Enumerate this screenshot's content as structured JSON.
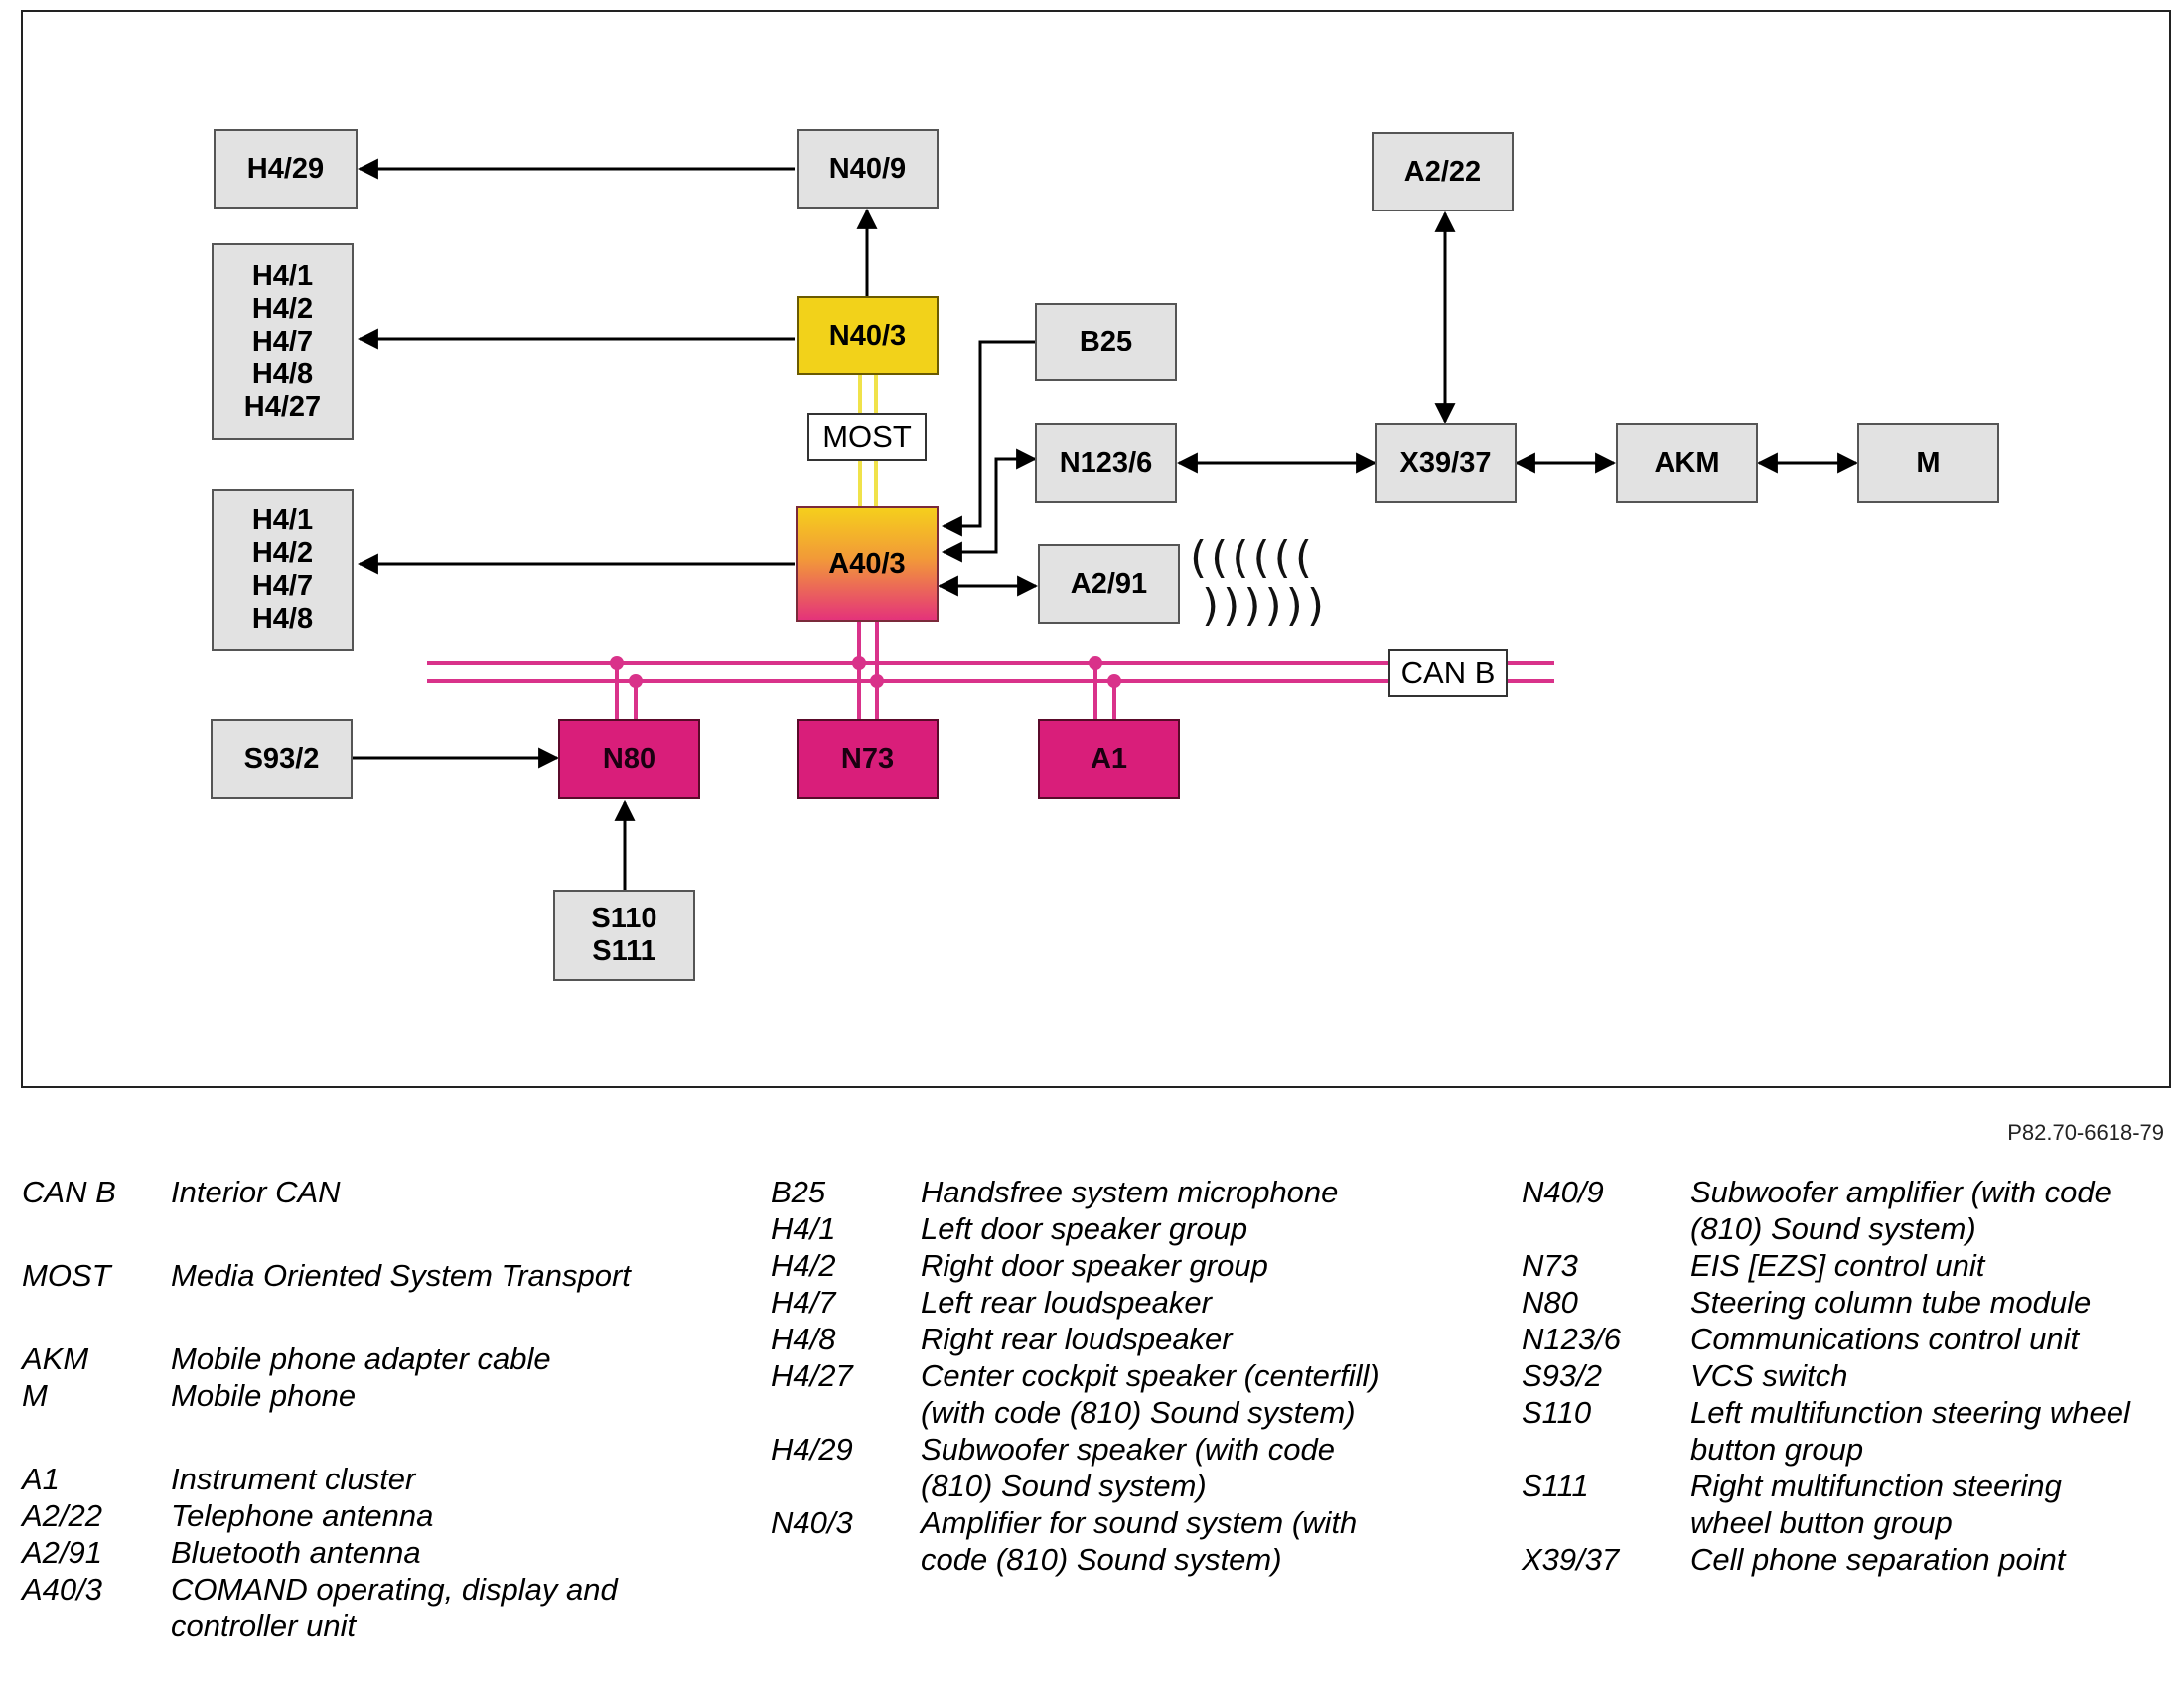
{
  "colors": {
    "box_fill": "#e2e2e2",
    "n40_3_fill": "#f2d21a",
    "a40_3_gradient": [
      "#f5cf1c",
      "#f29a38",
      "#e4337a"
    ],
    "can_module_fill": "#d91e7a",
    "can_bus_line": "#d9328a",
    "most_bus_line": "#f0e24a"
  },
  "diagram": {
    "boxes": {
      "h4_29": [
        "H4/29"
      ],
      "n40_9": [
        "N40/9"
      ],
      "h4_group_a": [
        "H4/1",
        "H4/2",
        "H4/7",
        "H4/8",
        "H4/27"
      ],
      "n40_3": [
        "N40/3"
      ],
      "b25": [
        "B25"
      ],
      "a2_22": [
        "A2/22"
      ],
      "n123_6": [
        "N123/6"
      ],
      "x39_37": [
        "X39/37"
      ],
      "akm": [
        "AKM"
      ],
      "m": [
        "M"
      ],
      "h4_group_b": [
        "H4/1",
        "H4/2",
        "H4/7",
        "H4/8"
      ],
      "a40_3": [
        "A40/3"
      ],
      "a2_91": [
        "A2/91"
      ],
      "s93_2": [
        "S93/2"
      ],
      "n80": [
        "N80"
      ],
      "n73": [
        "N73"
      ],
      "a1": [
        "A1"
      ],
      "s110_s111": [
        "S110",
        "S111"
      ]
    },
    "tags": {
      "most": "MOST",
      "can_b": "CAN B"
    },
    "radio_waves": {
      "top": "((((((",
      "bottom": "))))))"
    },
    "document_number": "P82.70-6618-79"
  },
  "legend": {
    "col1": [
      {
        "code": "CAN B",
        "desc": [
          "Interior CAN"
        ],
        "gap": false
      },
      {
        "code": "MOST",
        "desc": [
          "Media Oriented System Transport"
        ],
        "gap": true
      },
      {
        "code": "AKM",
        "desc": [
          "Mobile phone adapter cable"
        ],
        "gap": true
      },
      {
        "code": "M",
        "desc": [
          "Mobile phone"
        ],
        "gap": false
      },
      {
        "code": "A1",
        "desc": [
          "Instrument cluster"
        ],
        "gap": true
      },
      {
        "code": "A2/22",
        "desc": [
          "Telephone antenna"
        ],
        "gap": false
      },
      {
        "code": "A2/91",
        "desc": [
          "Bluetooth antenna"
        ],
        "gap": false
      },
      {
        "code": "A40/3",
        "desc": [
          "COMAND operating, display and",
          "controller unit"
        ],
        "gap": false
      }
    ],
    "col2": [
      {
        "code": "B25",
        "desc": [
          "Handsfree system microphone"
        ],
        "gap": false
      },
      {
        "code": "H4/1",
        "desc": [
          "Left door speaker group"
        ],
        "gap": false
      },
      {
        "code": "H4/2",
        "desc": [
          "Right door speaker group"
        ],
        "gap": false
      },
      {
        "code": "H4/7",
        "desc": [
          "Left rear loudspeaker"
        ],
        "gap": false
      },
      {
        "code": "H4/8",
        "desc": [
          "Right rear loudspeaker"
        ],
        "gap": false
      },
      {
        "code": "H4/27",
        "desc": [
          "Center cockpit speaker (centerfill)",
          "(with code (810) Sound system)"
        ],
        "gap": false
      },
      {
        "code": "H4/29",
        "desc": [
          "Subwoofer speaker (with code",
          "(810) Sound system)"
        ],
        "gap": false
      },
      {
        "code": "N40/3",
        "desc": [
          "Amplifier for sound system (with",
          "code (810) Sound system)"
        ],
        "gap": false
      }
    ],
    "col3": [
      {
        "code": "N40/9",
        "desc": [
          "Subwoofer amplifier (with code",
          "(810) Sound system)"
        ],
        "gap": false
      },
      {
        "code": "N73",
        "desc": [
          "EIS [EZS] control unit"
        ],
        "gap": false
      },
      {
        "code": "N80",
        "desc": [
          "Steering column tube module"
        ],
        "gap": false
      },
      {
        "code": "N123/6",
        "desc": [
          "Communications control unit"
        ],
        "gap": false
      },
      {
        "code": "S93/2",
        "desc": [
          "VCS switch"
        ],
        "gap": false
      },
      {
        "code": "S110",
        "desc": [
          "Left multifunction steering wheel",
          "button group"
        ],
        "gap": false
      },
      {
        "code": "S111",
        "desc": [
          "Right multifunction steering",
          "wheel button group"
        ],
        "gap": false
      },
      {
        "code": "X39/37",
        "desc": [
          "Cell phone separation point"
        ],
        "gap": false
      }
    ]
  }
}
